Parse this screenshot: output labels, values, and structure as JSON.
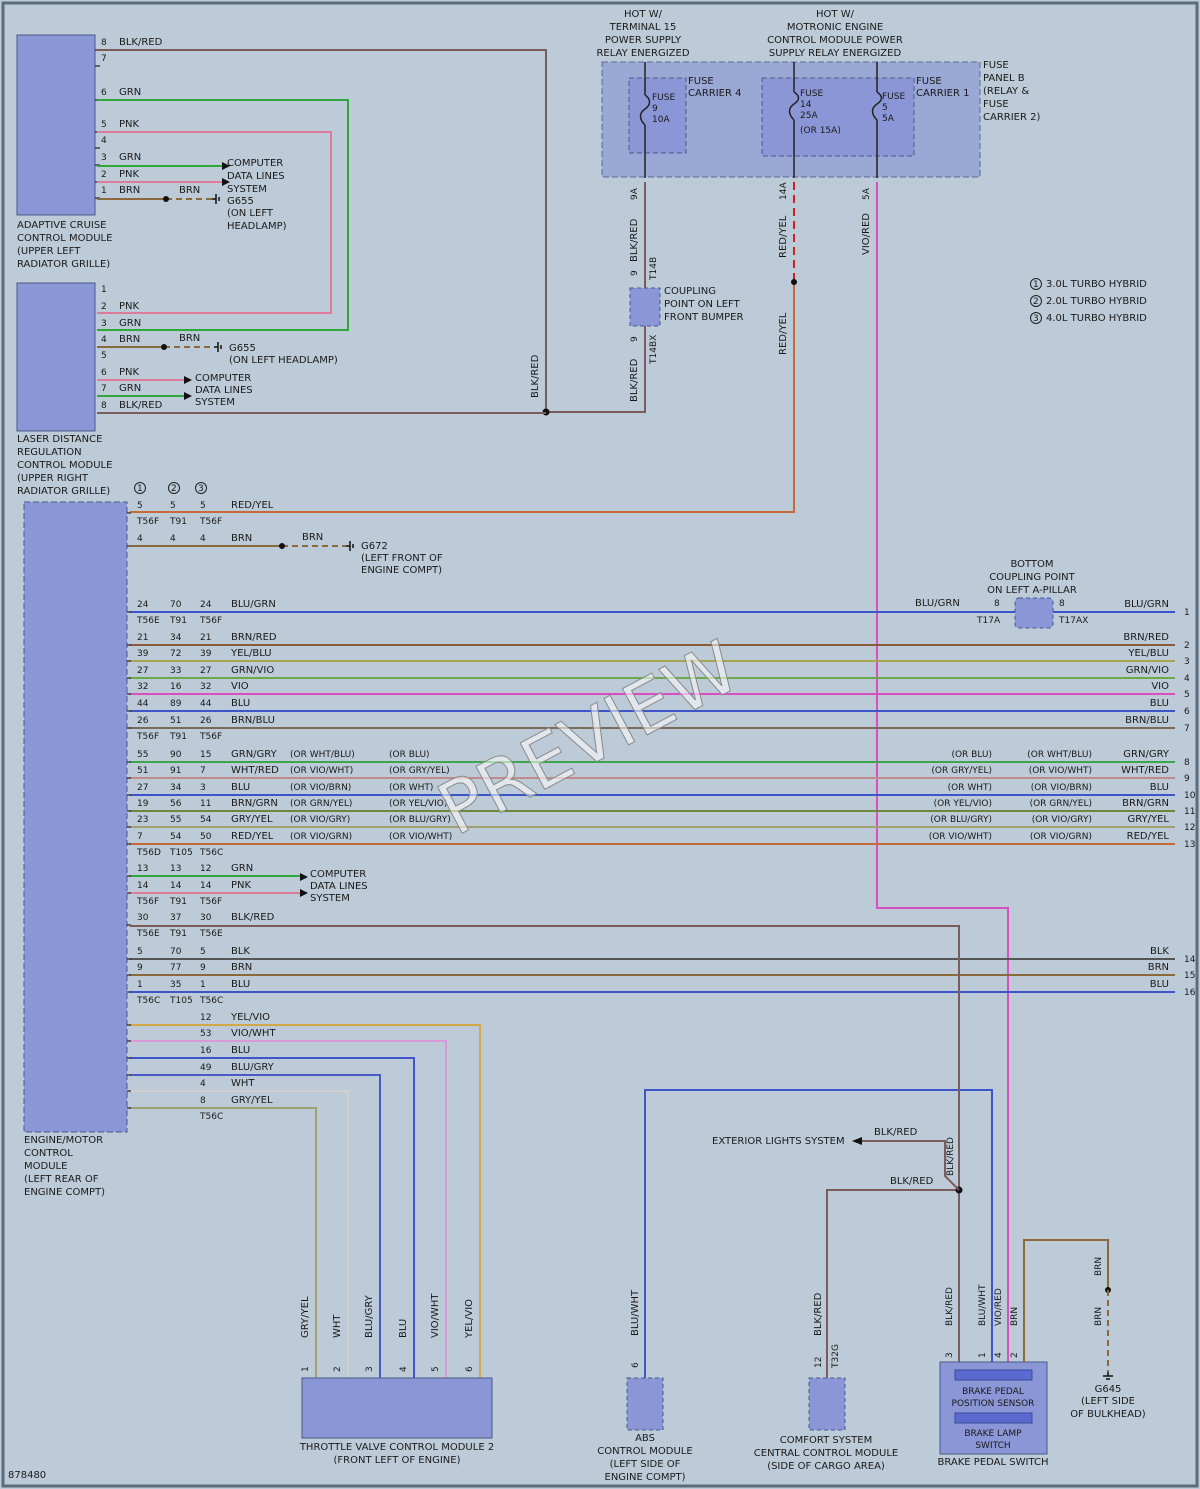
{
  "diagram_id": "878480",
  "watermark": "PREVIEW",
  "power": {
    "hot_t15": [
      "HOT W/",
      "TERMINAL 15",
      "POWER SUPPLY",
      "RELAY ENERGIZED"
    ],
    "hot_motronic": [
      "HOT W/",
      "MOTRONIC ENGINE",
      "CONTROL MODULE POWER",
      "SUPPLY RELAY ENERGIZED"
    ],
    "fuse_panel": [
      "FUSE",
      "PANEL B",
      "(RELAY &",
      "FUSE",
      "CARRIER 2)"
    ],
    "fuse_carrier4": [
      "FUSE",
      "CARRIER 4"
    ],
    "fuse_carrier1": [
      "FUSE",
      "CARRIER 1"
    ],
    "fuse9": [
      "FUSE",
      "9",
      "10A"
    ],
    "fuse14": [
      "FUSE",
      "14",
      "25A",
      "(OR 15A)"
    ],
    "fuse5": [
      "FUSE",
      "5",
      "5A"
    ],
    "pin9a": "9A",
    "pin14a": "14A",
    "pin5a": "5A",
    "wire9": "BLK/RED",
    "wire14": "RED/YEL",
    "wire5": "VIO/RED",
    "t14b": "T14B",
    "t14bx": "T14BX",
    "pin_9": "9",
    "coupling": [
      "COUPLING",
      "POINT ON LEFT",
      "FRONT BUMPER"
    ]
  },
  "legend": [
    {
      "num": "1",
      "label": "3.0L TURBO HYBRID"
    },
    {
      "num": "2",
      "label": "2.0L TURBO HYBRID"
    },
    {
      "num": "3",
      "label": "4.0L TURBO HYBRID"
    }
  ],
  "acc": {
    "name": [
      "ADAPTIVE CRUISE",
      "CONTROL MODULE",
      "(UPPER LEFT",
      "RADIATOR GRILLE)"
    ],
    "pins": [
      {
        "pin": "8",
        "wire": "BLK/RED"
      },
      {
        "pin": "7",
        "wire": ""
      },
      {
        "pin": "6",
        "wire": "GRN"
      },
      {
        "pin": "5",
        "wire": "PNK"
      },
      {
        "pin": "4",
        "wire": ""
      },
      {
        "pin": "3",
        "wire": "GRN"
      },
      {
        "pin": "2",
        "wire": "PNK"
      },
      {
        "pin": "1",
        "wire": "BRN"
      }
    ],
    "cds": [
      "COMPUTER",
      "DATA LINES",
      "SYSTEM"
    ],
    "brn": "BRN",
    "ground": [
      "G655",
      "(ON LEFT",
      "HEADLAMP)"
    ]
  },
  "ldr": {
    "name": [
      "LASER DISTANCE",
      "REGULATION",
      "CONTROL MODULE",
      "(UPPER RIGHT",
      "RADIATOR GRILLE)"
    ],
    "pins": [
      {
        "pin": "1",
        "wire": ""
      },
      {
        "pin": "2",
        "wire": "PNK"
      },
      {
        "pin": "3",
        "wire": "GRN"
      },
      {
        "pin": "4",
        "wire": "BRN"
      },
      {
        "pin": "5",
        "wire": ""
      },
      {
        "pin": "6",
        "wire": "PNK"
      },
      {
        "pin": "7",
        "wire": "GRN"
      },
      {
        "pin": "8",
        "wire": "BLK/RED"
      }
    ],
    "brn": "BRN",
    "ground": "G655",
    "ground_loc": "(ON LEFT HEADLAMP)",
    "cds": [
      "COMPUTER",
      "DATA LINES",
      "SYSTEM"
    ],
    "blkred_v": "BLK/RED"
  },
  "ecm": {
    "name": [
      "ENGINE/MOTOR",
      "CONTROL",
      "MODULE",
      "(LEFT REAR OF",
      "ENGINE COMPT)"
    ],
    "variants": [
      "1",
      "2",
      "3"
    ],
    "rows": [
      {
        "p": [
          "5",
          "5",
          "5"
        ],
        "w": "RED/YEL",
        "conn": [
          "T56F",
          "T91",
          "T56F"
        ]
      },
      {
        "p": [
          "4",
          "4",
          "4"
        ],
        "w": "BRN"
      },
      {
        "p": [
          "24",
          "70",
          "24"
        ],
        "w": "BLU/GRN",
        "conn": [
          "T56E",
          "T91",
          "T56F"
        ]
      },
      {
        "p": [
          "21",
          "34",
          "21"
        ],
        "w": "BRN/RED"
      },
      {
        "p": [
          "39",
          "72",
          "39"
        ],
        "w": "YEL/BLU"
      },
      {
        "p": [
          "27",
          "33",
          "27"
        ],
        "w": "GRN/VIO"
      },
      {
        "p": [
          "32",
          "16",
          "32"
        ],
        "w": "VIO"
      },
      {
        "p": [
          "44",
          "89",
          "44"
        ],
        "w": "BLU"
      },
      {
        "p": [
          "26",
          "51",
          "26"
        ],
        "w": "BRN/BLU",
        "conn": [
          "T56F",
          "T91",
          "T56F"
        ]
      },
      {
        "p": [
          "55",
          "90",
          "15"
        ],
        "w": "GRN/GRY"
      },
      {
        "p": [
          "51",
          "91",
          "7"
        ],
        "w": "WHT/RED"
      },
      {
        "p": [
          "27",
          "34",
          "3"
        ],
        "w": "BLU"
      },
      {
        "p": [
          "19",
          "56",
          "11"
        ],
        "w": "BRN/GRN"
      },
      {
        "p": [
          "23",
          "55",
          "54"
        ],
        "w": "GRY/YEL"
      },
      {
        "p": [
          "7",
          "54",
          "50"
        ],
        "w": "RED/YEL",
        "conn": [
          "T56D",
          "T105",
          "T56C"
        ]
      },
      {
        "p": [
          "13",
          "13",
          "12"
        ],
        "w": "GRN"
      },
      {
        "p": [
          "14",
          "14",
          "14"
        ],
        "w": "PNK",
        "conn": [
          "T56F",
          "T91",
          "T56F"
        ]
      },
      {
        "p": [
          "30",
          "37",
          "30"
        ],
        "w": "BLK/RED",
        "conn": [
          "T56E",
          "T91",
          "T56E"
        ]
      },
      {
        "p": [
          "5",
          "70",
          "5"
        ],
        "w": "BLK"
      },
      {
        "p": [
          "9",
          "77",
          "9"
        ],
        "w": "BRN"
      },
      {
        "p": [
          "1",
          "35",
          "1"
        ],
        "w": "BLU",
        "conn": [
          "T56C",
          "T105",
          "T56C"
        ]
      },
      {
        "p": [
          "",
          "",
          "12"
        ],
        "w": "YEL/VIO"
      },
      {
        "p": [
          "",
          "",
          "53"
        ],
        "w": "VIO/WHT"
      },
      {
        "p": [
          "",
          "",
          "16"
        ],
        "w": "BLU"
      },
      {
        "p": [
          "",
          "",
          "49"
        ],
        "w": "BLU/GRY"
      },
      {
        "p": [
          "",
          "",
          "4"
        ],
        "w": "WHT"
      },
      {
        "p": [
          "",
          "",
          "8"
        ],
        "w": "GRY/YEL",
        "conn": [
          "",
          "",
          "T56C"
        ]
      }
    ],
    "alts": [
      {
        "a": "(OR WHT/BLU)",
        "b": "(OR BLU)",
        "c": "(OR BLU)",
        "d": "(OR WHT/BLU)"
      },
      {
        "a": "(OR VIO/WHT)",
        "b": "(OR GRY/YEL)",
        "c": "(OR GRY/YEL)",
        "d": "(OR VIO/WHT)"
      },
      {
        "a": "(OR VIO/BRN)",
        "b": "(OR WHT)",
        "c": "(OR WHT)",
        "d": "(OR VIO/BRN)"
      },
      {
        "a": "(OR GRN/YEL)",
        "b": "(OR YEL/VIO)",
        "c": "(OR YEL/VIO)",
        "d": "(OR GRN/YEL)"
      },
      {
        "a": "(OR VIO/GRY)",
        "b": "(OR BLU/GRY)",
        "c": "(OR BLU/GRY)",
        "d": "(OR VIO/GRY)"
      },
      {
        "a": "(OR VIO/GRN)",
        "b": "(OR VIO/WHT)",
        "c": "(OR VIO/WHT)",
        "d": "(OR VIO/GRN)"
      }
    ],
    "g672": [
      "G672",
      "(LEFT FRONT OF",
      "ENGINE COMPT)"
    ],
    "brn": "BRN",
    "cds": [
      "COMPUTER",
      "DATA LINES",
      "SYSTEM"
    ]
  },
  "right": {
    "labels": [
      "BLU/GRN",
      "BRN/RED",
      "YEL/BLU",
      "GRN/VIO",
      "VIO",
      "BLU",
      "BRN/BLU",
      "GRN/GRY",
      "WHT/RED",
      "BLU",
      "BRN/GRN",
      "GRY/YEL",
      "RED/YEL",
      "BLK",
      "BRN",
      "BLU"
    ],
    "nums": [
      "1",
      "2",
      "3",
      "4",
      "5",
      "6",
      "7",
      "8",
      "9",
      "10",
      "11",
      "12",
      "13",
      "14",
      "15",
      "16"
    ],
    "bcp": [
      "BOTTOM",
      "COUPLING POINT",
      "ON LEFT A-PILLAR"
    ],
    "bcp_wire": "BLU/GRN",
    "t17a": "T17A",
    "t17ax": "T17AX",
    "pin8": "8"
  },
  "bottom": {
    "throttle": {
      "name": [
        "THROTTLE VALVE CONTROL MODULE 2",
        "(FRONT LEFT OF ENGINE)"
      ],
      "pins": [
        "1",
        "2",
        "3",
        "4",
        "5",
        "6"
      ],
      "wires": [
        "GRY/YEL",
        "WHT",
        "BLU/GRY",
        "BLU",
        "VIO/WHT",
        "YEL/VIO"
      ]
    },
    "abs": {
      "name": [
        "ABS",
        "CONTROL MODULE",
        "(LEFT SIDE OF",
        "ENGINE COMPT)"
      ],
      "pin": "6",
      "wire": "BLU/WHT"
    },
    "comfort": {
      "name": [
        "COMFORT SYSTEM",
        "CENTRAL CONTROL MODULE",
        "(SIDE OF CARGO AREA)"
      ],
      "pin": "12",
      "conn": "T32G",
      "wire": "BLK/RED"
    },
    "brake": {
      "name": "BRAKE PEDAL SWITCH",
      "sensor": [
        "BRAKE PEDAL",
        "POSITION SENSOR"
      ],
      "lamp": [
        "BRAKE LAMP",
        "SWITCH"
      ],
      "pins": [
        "3",
        "1",
        "4",
        "2"
      ],
      "wires": [
        "BLK/RED",
        "BLU/WHT",
        "VIO/RED",
        "BRN"
      ]
    },
    "ext": "EXTERIOR LIGHTS SYSTEM",
    "ext_wire": "BLK/RED",
    "ext_v": "BLK/RED",
    "comfort_wire": "BLK/RED",
    "g645": [
      "G645",
      "(LEFT SIDE",
      "OF BULKHEAD)"
    ],
    "brn": "BRN"
  }
}
